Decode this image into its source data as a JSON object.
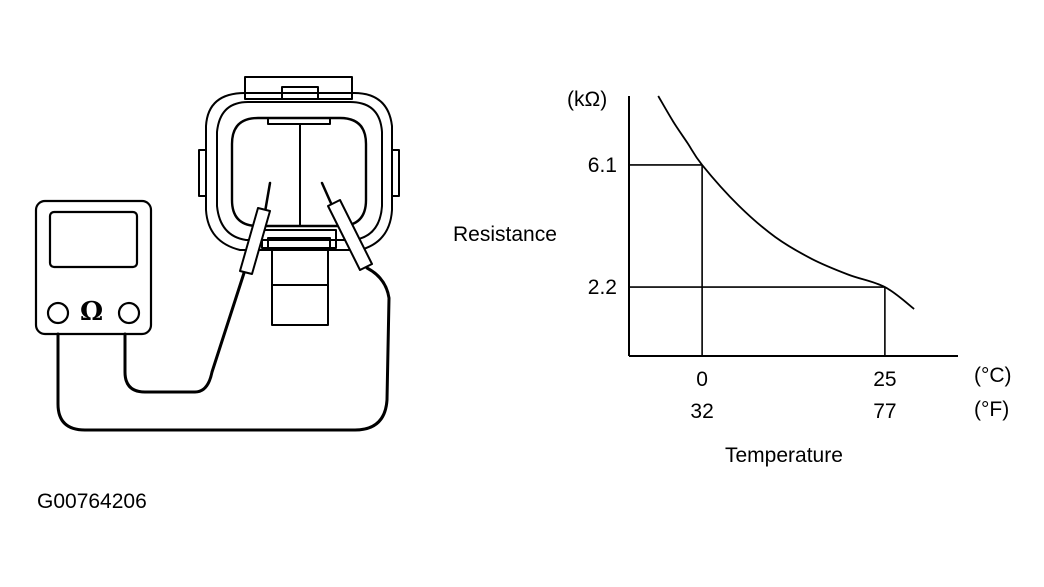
{
  "figure_id": "G00764206",
  "ohmmeter": {
    "symbol": "Ω"
  },
  "chart_data": {
    "type": "line",
    "title": "",
    "xlabel": "Temperature",
    "ylabel": "Resistance",
    "y_unit": "(kΩ)",
    "x_unit_primary": "(°C)",
    "x_unit_secondary": "(°F)",
    "grid": false,
    "legend": "none",
    "xlim": [
      -10,
      35
    ],
    "ylim": [
      0,
      8.3
    ],
    "y_ticks": [
      {
        "value": 6.1,
        "label": "6.1"
      },
      {
        "value": 2.2,
        "label": "2.2"
      }
    ],
    "x_ticks": [
      {
        "value": 0,
        "label_c": "0",
        "label_f": "32"
      },
      {
        "value": 25,
        "label_c": "25",
        "label_f": "77"
      }
    ],
    "reference_points": [
      {
        "x": 0,
        "y": 6.1
      },
      {
        "x": 25,
        "y": 2.2
      }
    ],
    "series": [
      {
        "x": [
          -6,
          -4,
          -2,
          0,
          5,
          10,
          15,
          20,
          25,
          29
        ],
        "y": [
          8.3,
          7.5,
          6.8,
          6.1,
          4.8,
          3.8,
          3.1,
          2.6,
          2.2,
          1.5
        ]
      }
    ]
  }
}
